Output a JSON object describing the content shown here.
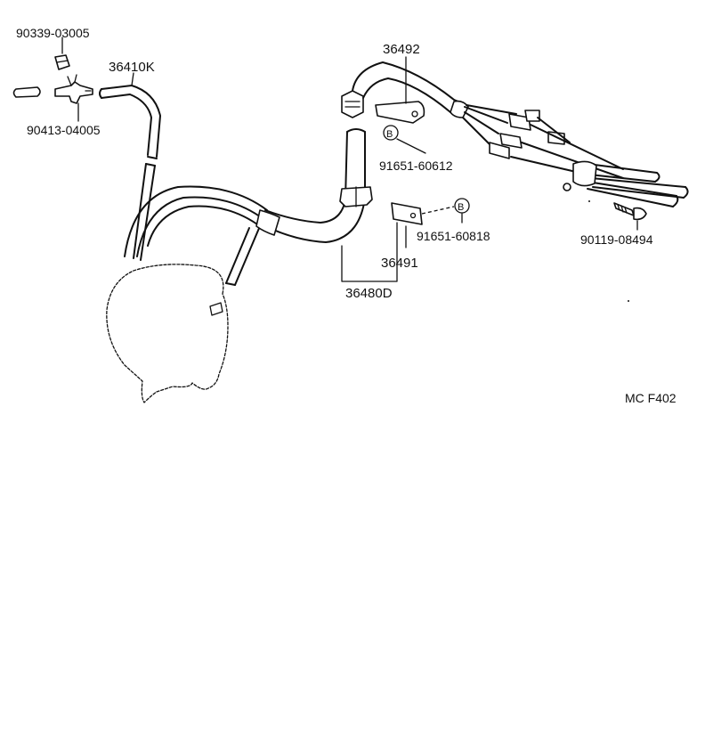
{
  "diagram": {
    "part_labels": {
      "grommet_top_left": "90339-03005",
      "connector_left": "90413-04005",
      "hose_left": "36410K",
      "bracket_top": "36492",
      "bolt_top": "91651-60612",
      "bracket_mid": "36491",
      "bolt_mid": "91651-60818",
      "hose_assembly": "36480D",
      "bolt_right": "90119-08494"
    },
    "callouts": {
      "b_top": "B",
      "b_mid": "B"
    },
    "figure_code": "MC F402"
  }
}
